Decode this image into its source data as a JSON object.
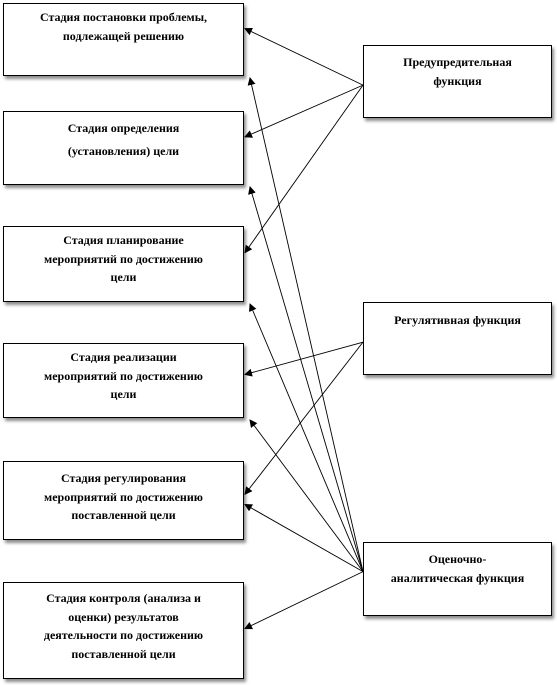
{
  "stages": [
    {
      "id": "stage-1",
      "lines": [
        "Стадия постановки проблемы,",
        "подлежащей решению"
      ]
    },
    {
      "id": "stage-2",
      "lines": [
        "Стадия определения",
        "(установления) цели"
      ]
    },
    {
      "id": "stage-3",
      "lines": [
        "Стадия планирование",
        "мероприятий по достижению",
        "цели"
      ]
    },
    {
      "id": "stage-4",
      "lines": [
        "Стадия реализации",
        "мероприятий по достижению",
        "цели"
      ]
    },
    {
      "id": "stage-5",
      "lines": [
        "Стадия регулирования",
        "мероприятий по достижению",
        "поставленной цели"
      ]
    },
    {
      "id": "stage-6",
      "lines": [
        "Стадия контроля (анализа и",
        "оценки) результатов",
        "деятельности по достижению",
        "поставленной цели"
      ]
    }
  ],
  "functions": [
    {
      "id": "func-preventive",
      "lines": [
        "Предупредительная",
        "функция"
      ]
    },
    {
      "id": "func-regulative",
      "lines": [
        "Регулятивная функция"
      ]
    },
    {
      "id": "func-evaluative",
      "lines": [
        "Оценочно-",
        "аналитическая функция"
      ]
    }
  ],
  "connections": [
    {
      "from": "func-preventive",
      "to": "stage-1"
    },
    {
      "from": "func-preventive",
      "to": "stage-2"
    },
    {
      "from": "func-preventive",
      "to": "stage-3"
    },
    {
      "from": "func-regulative",
      "to": "stage-4"
    },
    {
      "from": "func-regulative",
      "to": "stage-5"
    },
    {
      "from": "func-evaluative",
      "to": "stage-1"
    },
    {
      "from": "func-evaluative",
      "to": "stage-2"
    },
    {
      "from": "func-evaluative",
      "to": "stage-3"
    },
    {
      "from": "func-evaluative",
      "to": "stage-4"
    },
    {
      "from": "func-evaluative",
      "to": "stage-5"
    },
    {
      "from": "func-evaluative",
      "to": "stage-6"
    }
  ]
}
